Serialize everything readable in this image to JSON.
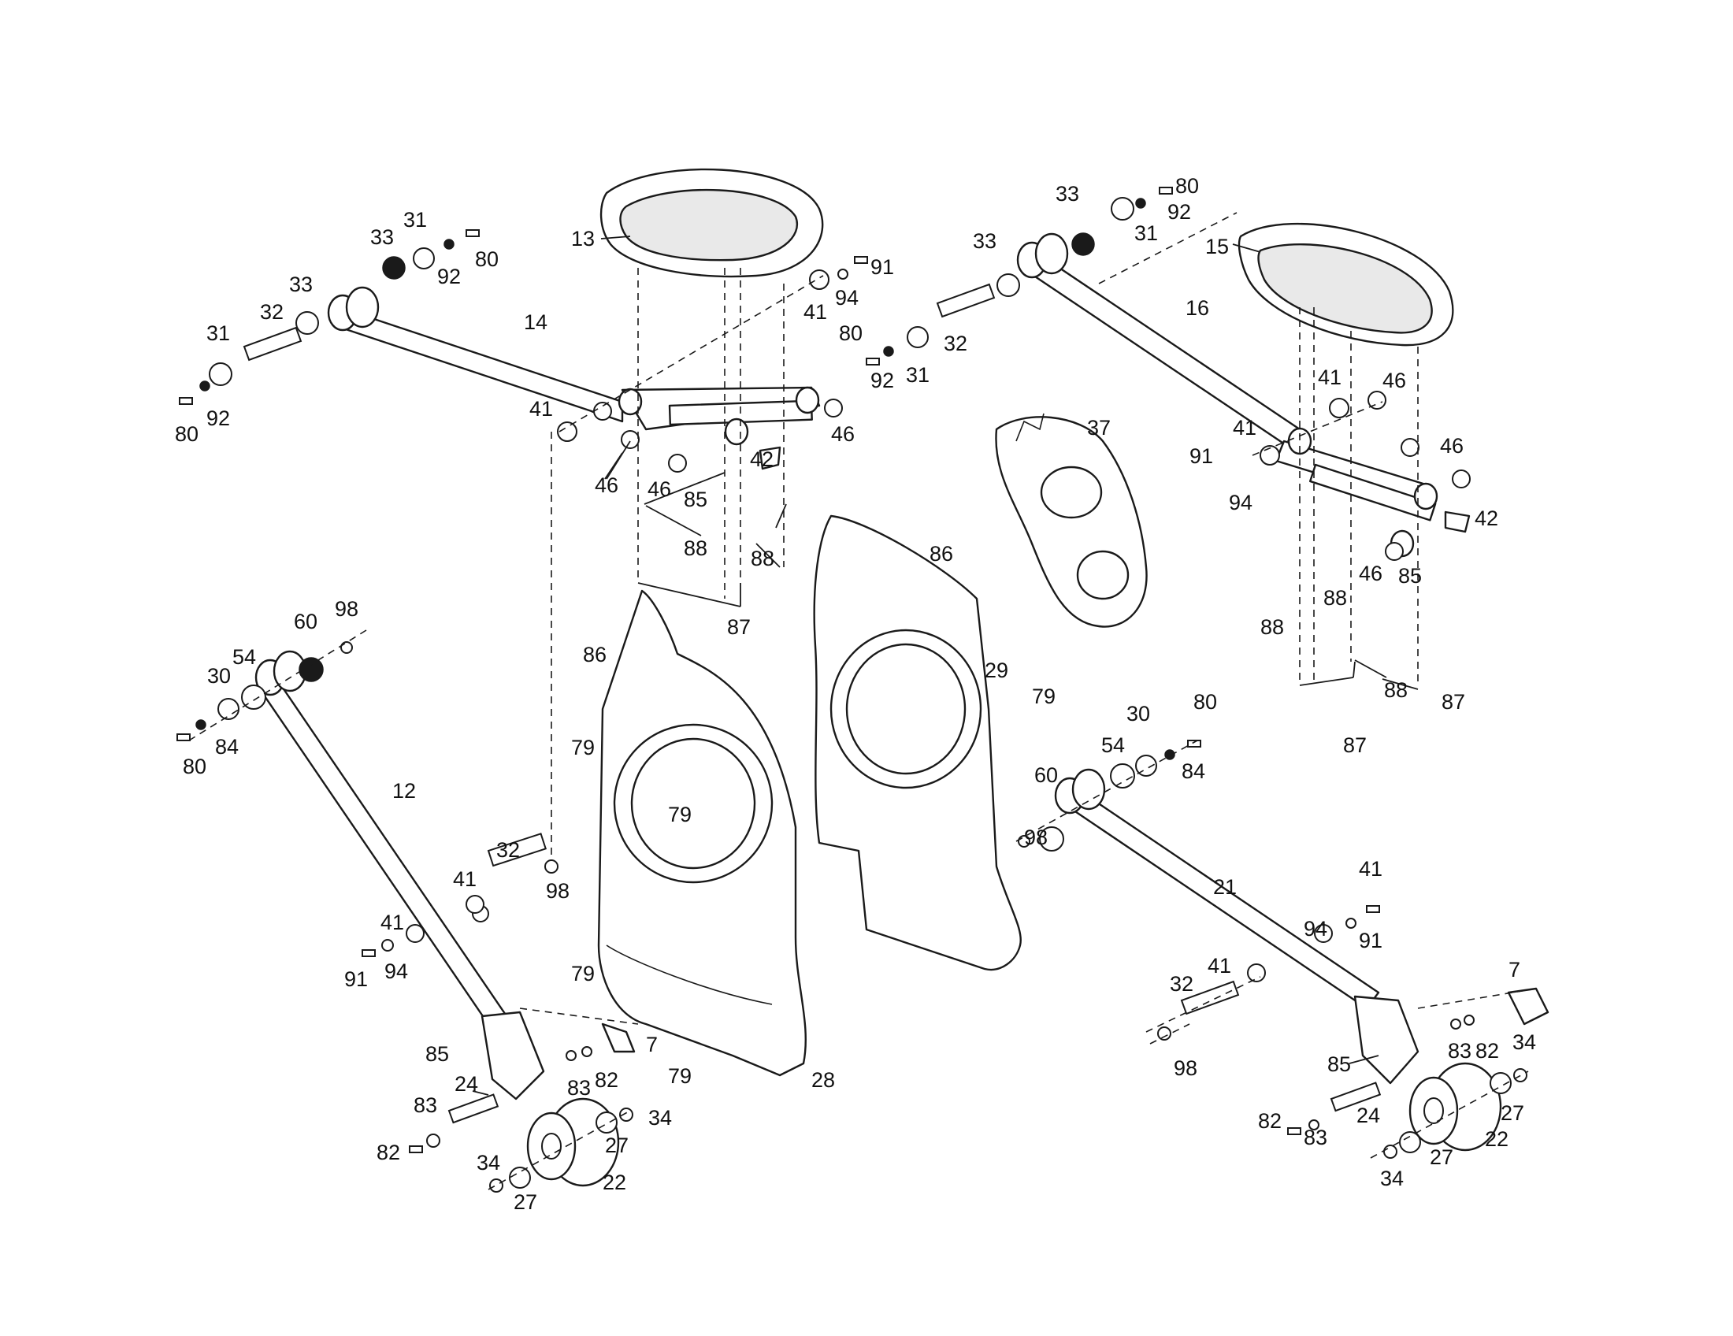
{
  "labels": [
    "13",
    "31",
    "33",
    "92",
    "80",
    "91",
    "33",
    "32",
    "41",
    "94",
    "31",
    "14",
    "92",
    "80",
    "41",
    "46",
    "46",
    "46",
    "42",
    "85",
    "88",
    "88",
    "87",
    "80",
    "92",
    "33",
    "31",
    "80",
    "33",
    "92",
    "32",
    "31",
    "15",
    "16",
    "37",
    "41",
    "46",
    "41",
    "91",
    "94",
    "46",
    "42",
    "46",
    "85",
    "88",
    "88",
    "88",
    "87",
    "87",
    "86",
    "29",
    "86",
    "79",
    "79",
    "79",
    "79",
    "79",
    "28",
    "60",
    "98",
    "54",
    "30",
    "84",
    "80",
    "12",
    "32",
    "41",
    "98",
    "41",
    "94",
    "91",
    "85",
    "7",
    "83",
    "82",
    "24",
    "83",
    "82",
    "34",
    "27",
    "22",
    "34",
    "27",
    "80",
    "30",
    "54",
    "84",
    "60",
    "98",
    "21",
    "41",
    "91",
    "94",
    "41",
    "32",
    "98",
    "7",
    "83",
    "82",
    "34",
    "85",
    "24",
    "27",
    "82",
    "83",
    "22",
    "34",
    "27"
  ]
}
